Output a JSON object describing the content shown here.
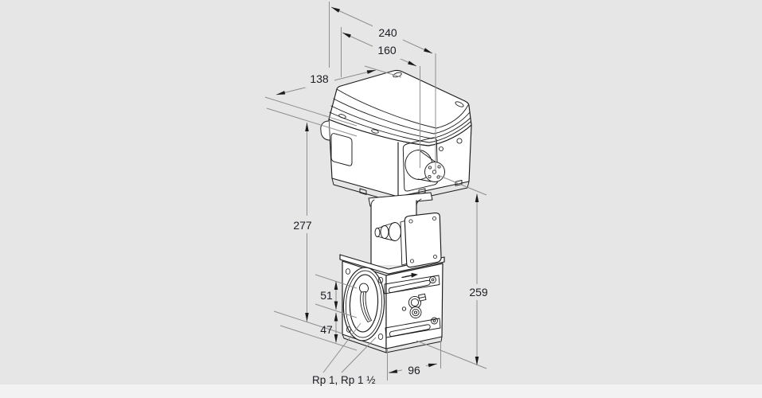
{
  "page": {
    "background": "#e6e6e6",
    "footer_background": "#f2f2f3"
  },
  "figure": {
    "dims": {
      "d240": "240",
      "d160": "160",
      "d138": "138",
      "d277": "277",
      "d51": "51",
      "d47": "47",
      "d259": "259",
      "d96": "96"
    },
    "labels": {
      "connection": "Rp 1, Rp 1 ½"
    },
    "colors": {
      "outline": "#1a1a1a",
      "dimension_line": "#8f8f8f",
      "arrow": "#1a1a1a",
      "text": "#1c1c24",
      "fill": "#ffffff"
    }
  }
}
